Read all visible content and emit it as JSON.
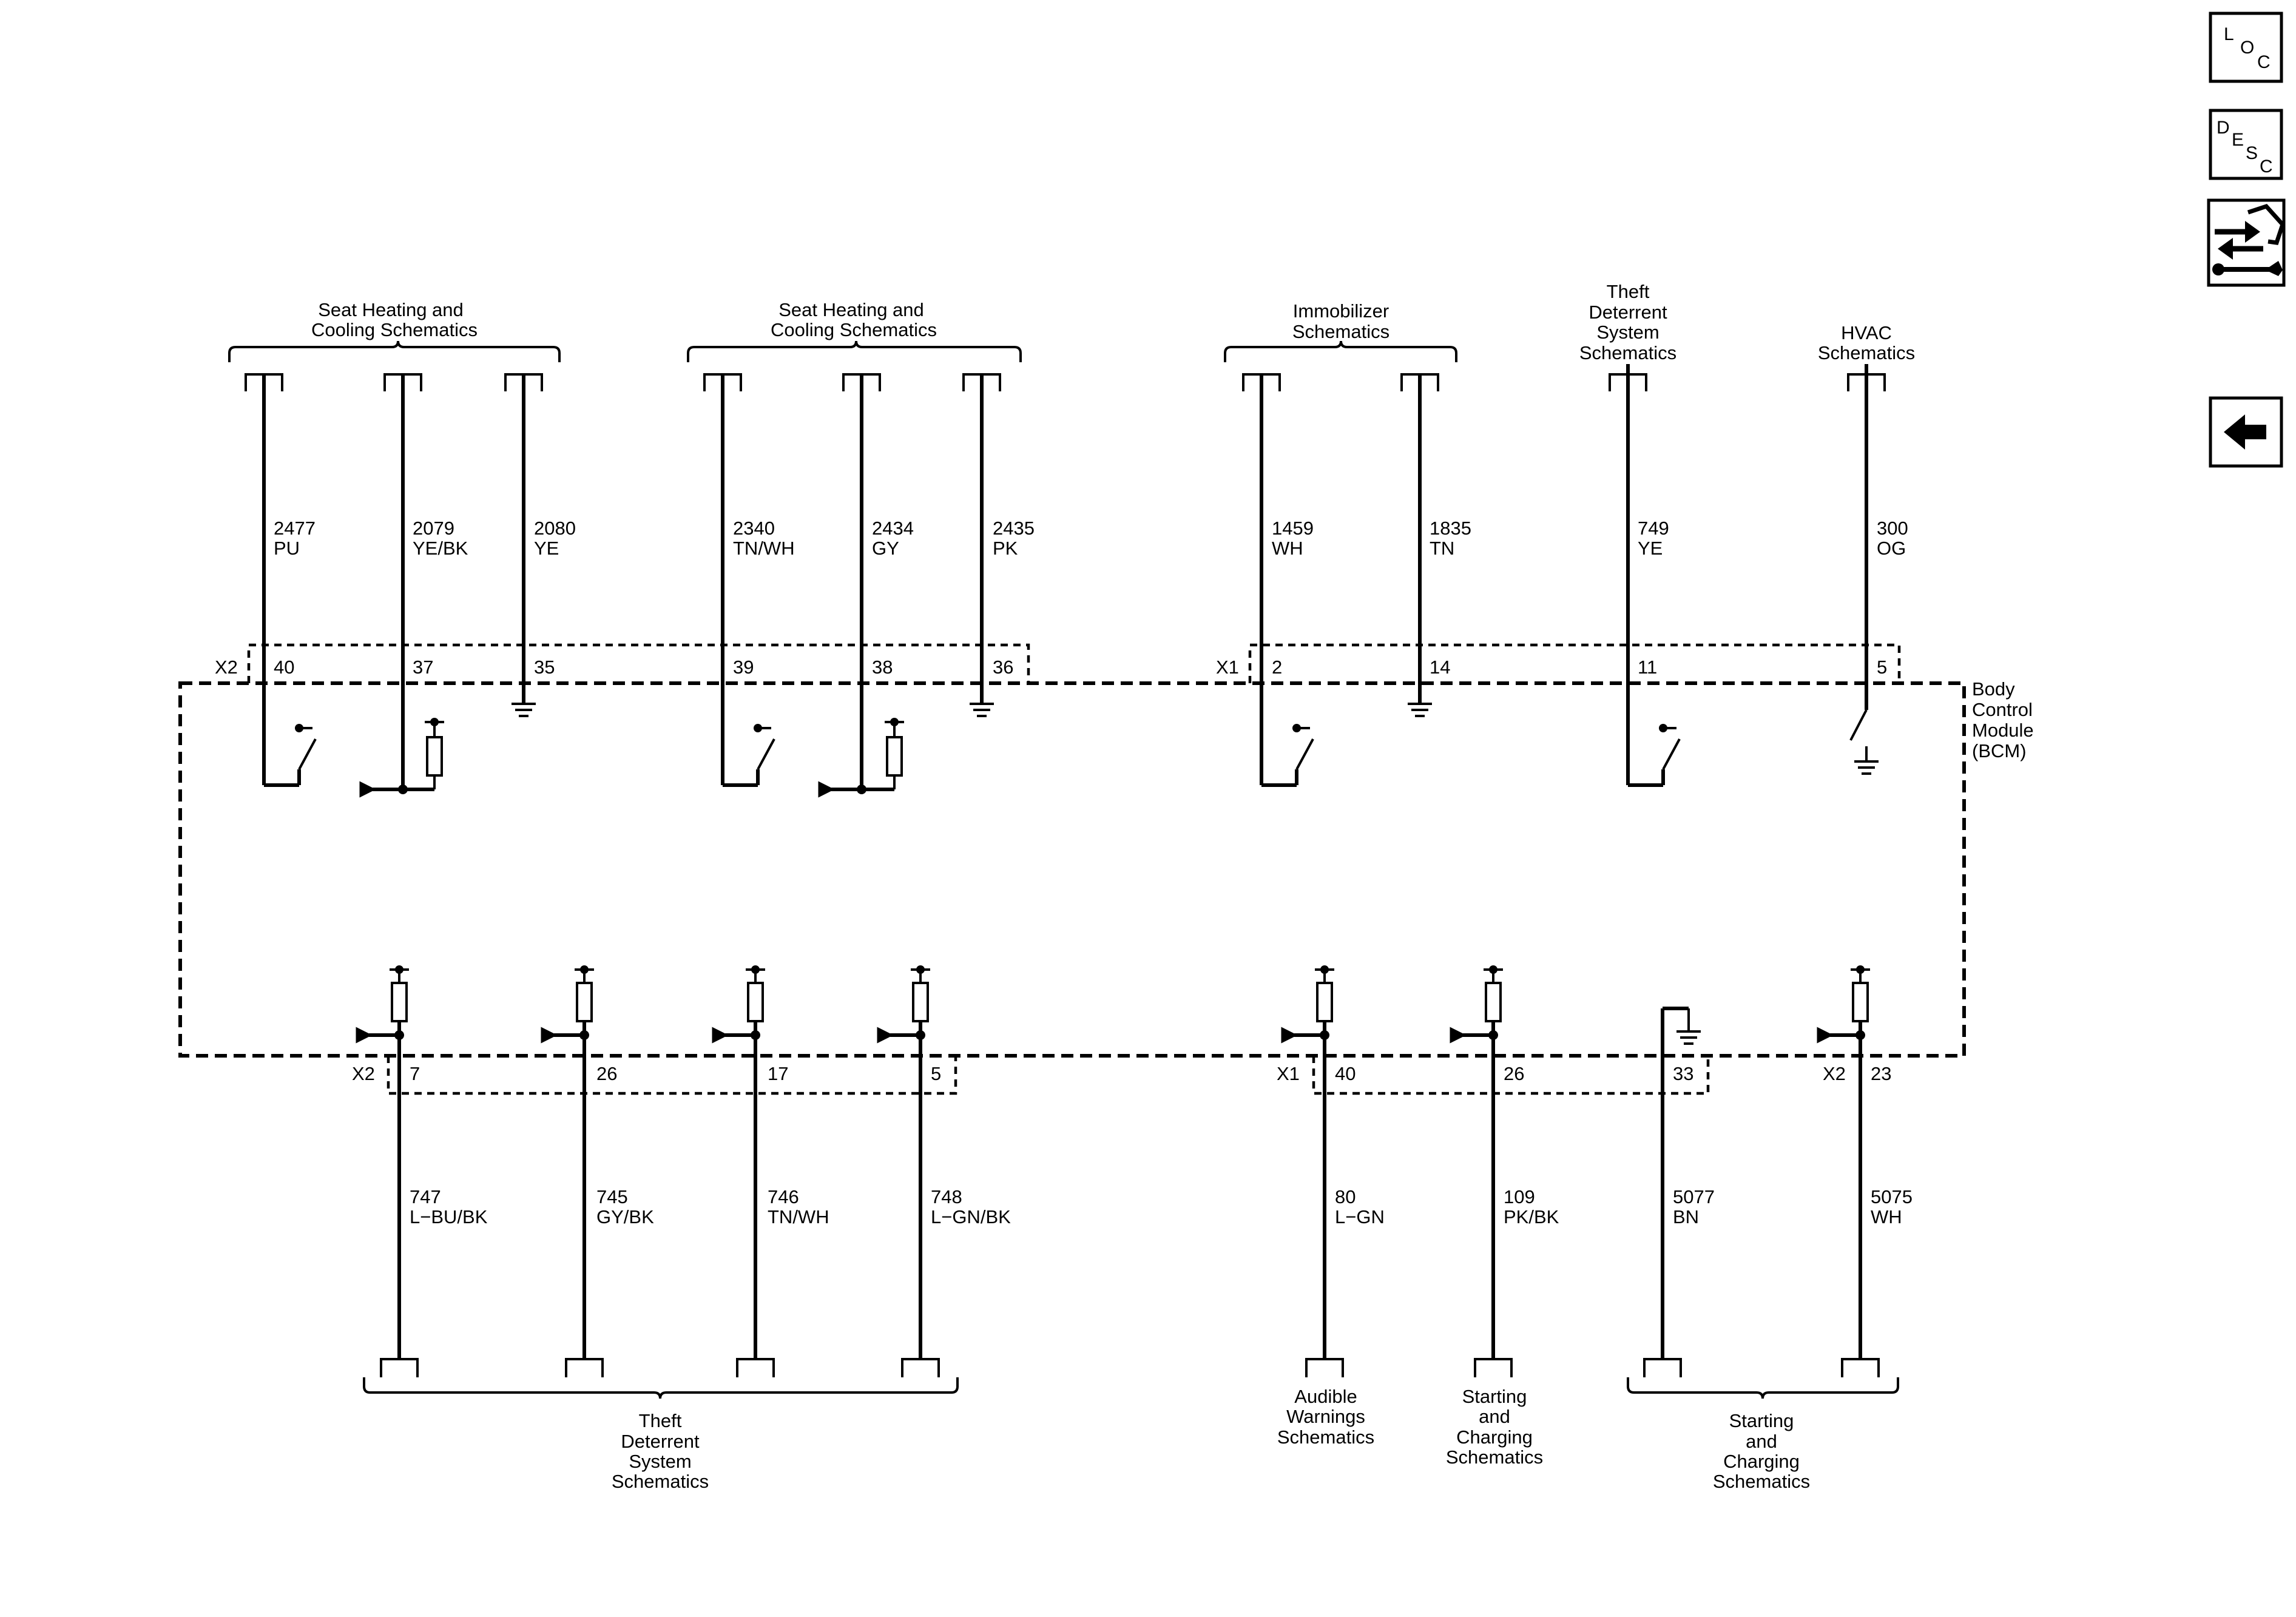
{
  "nav": {
    "loc": {
      "l1": "L",
      "l2": "O",
      "l3": "C"
    },
    "desc": {
      "l1": "D",
      "l2": "E",
      "l3": "S",
      "l4": "C"
    }
  },
  "module": {
    "name_lines": [
      "Body",
      "Control",
      "Module",
      "(BCM)"
    ]
  },
  "headers_top": [
    {
      "lines": [
        "Seat Heating and",
        "Cooling Schematics"
      ]
    },
    {
      "lines": [
        "Seat Heating and",
        "Cooling Schematics"
      ]
    },
    {
      "lines": [
        "Immobilizer",
        "Schematics"
      ]
    },
    {
      "lines": [
        "Theft",
        "Deterrent",
        "System",
        "Schematics"
      ]
    },
    {
      "lines": [
        "HVAC",
        "Schematics"
      ]
    }
  ],
  "headers_bottom": [
    {
      "lines": [
        "Theft",
        "Deterrent",
        "System",
        "Schematics"
      ]
    },
    {
      "lines": [
        "Audible",
        "Warnings",
        "Schematics"
      ]
    },
    {
      "lines": [
        "Starting",
        "and",
        "Charging",
        "Schematics"
      ]
    },
    {
      "lines": [
        "Starting",
        "and",
        "Charging",
        "Schematics"
      ]
    }
  ],
  "connectors_top": [
    {
      "name": "X2"
    },
    {
      "name": "X1"
    }
  ],
  "connectors_bottom": [
    {
      "name": "X2"
    },
    {
      "name": "X1"
    },
    {
      "name": "X2"
    }
  ],
  "top_wires": [
    {
      "circuit": "2477",
      "color": "PU",
      "pin": "40"
    },
    {
      "circuit": "2079",
      "color": "YE/BK",
      "pin": "37"
    },
    {
      "circuit": "2080",
      "color": "YE",
      "pin": "35"
    },
    {
      "circuit": "2340",
      "color": "TN/WH",
      "pin": "39"
    },
    {
      "circuit": "2434",
      "color": "GY",
      "pin": "38"
    },
    {
      "circuit": "2435",
      "color": "PK",
      "pin": "36"
    },
    {
      "circuit": "1459",
      "color": "WH",
      "pin": "2"
    },
    {
      "circuit": "1835",
      "color": "TN",
      "pin": "14"
    },
    {
      "circuit": "749",
      "color": "YE",
      "pin": "11"
    },
    {
      "circuit": "300",
      "color": "OG",
      "pin": "5"
    }
  ],
  "bottom_wires": [
    {
      "circuit": "747",
      "color": "L−BU/BK",
      "pin": "7"
    },
    {
      "circuit": "745",
      "color": "GY/BK",
      "pin": "26"
    },
    {
      "circuit": "746",
      "color": "TN/WH",
      "pin": "17"
    },
    {
      "circuit": "748",
      "color": "L−GN/BK",
      "pin": "5"
    },
    {
      "circuit": "80",
      "color": "L−GN",
      "pin": "40"
    },
    {
      "circuit": "109",
      "color": "PK/BK",
      "pin": "26"
    },
    {
      "circuit": "5077",
      "color": "BN",
      "pin": "33"
    },
    {
      "circuit": "5075",
      "color": "WH",
      "pin": "23"
    }
  ]
}
